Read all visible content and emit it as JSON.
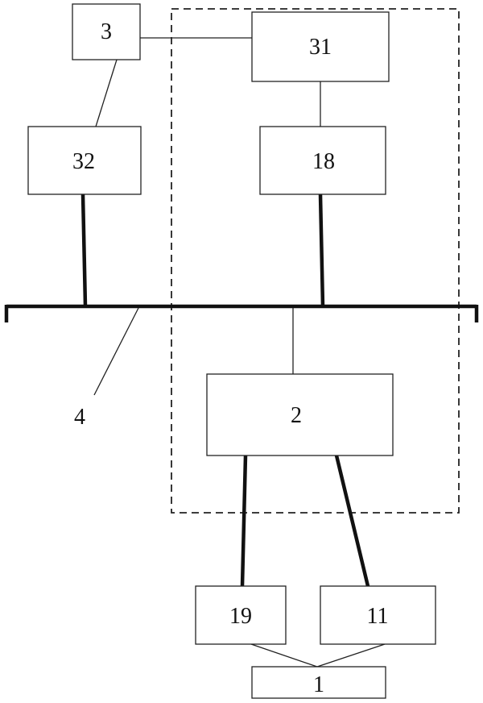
{
  "labels": {
    "box_3": "3",
    "box_31": "31",
    "box_32": "32",
    "box_18": "18",
    "box_2": "2",
    "box_19": "19",
    "box_11": "11",
    "box_1": "1",
    "bus_4": "4"
  }
}
